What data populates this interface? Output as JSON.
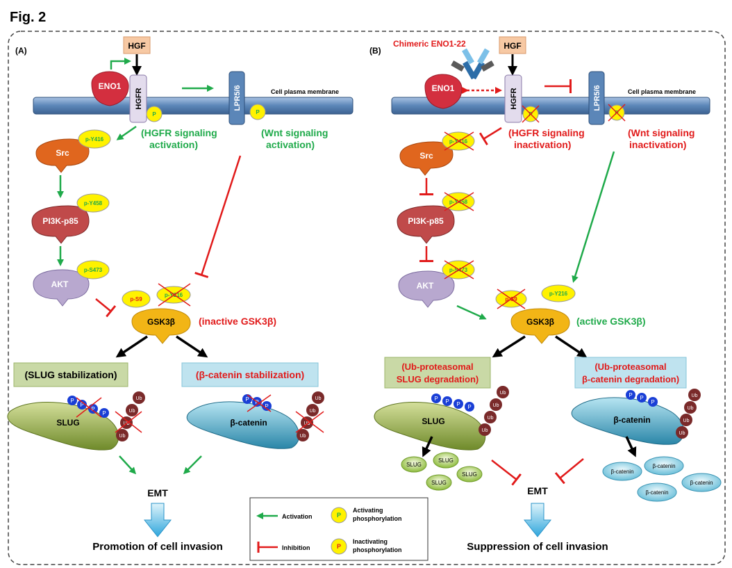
{
  "figure_label": "Fig. 2",
  "colors": {
    "activation": "#1faa4a",
    "inhibition": "#e11a1a",
    "membrane": "#5b86b8",
    "eno1": "#d32f3f",
    "hgf": "#f7c9a4",
    "src": "#e0661e",
    "pi3k": "#c04a4a",
    "akt": "#b8a8cf",
    "gsk": "#f2b516",
    "slug": "#9fb34a",
    "catenin": "#3fa7c9",
    "ub": "#7a2a2a",
    "p_circle": "#fff200",
    "p_blue": "#1a3fd6",
    "slug_box": "#c9d9a6",
    "catenin_box": "#bfe3ef"
  },
  "panel_a": {
    "label": "(A)",
    "hgf": "HGF",
    "eno1": "ENO1",
    "hgfr": "HGFR",
    "lpr": "LPR5/6",
    "membrane": "Cell plasma membrane",
    "p": "P",
    "hgfr_signal_1": "(HGFR signaling",
    "hgfr_signal_2": "activation)",
    "wnt_signal_1": "(Wnt signaling",
    "wnt_signal_2": "activation)",
    "src": "Src",
    "src_p": "p-Y416",
    "pi3k": "PI3K-p85",
    "pi3k_p": "p-Y458",
    "akt": "AKT",
    "akt_p": "p-S473",
    "gsk": "GSK3β",
    "gsk_p1": "p-S9",
    "gsk_p2": "p-Y216",
    "gsk_state": "(inactive GSK3β)",
    "slug_box": "(SLUG stabilization)",
    "catenin_box": "(β-catenin stabilization)",
    "slug": "SLUG",
    "catenin": "β-catenin",
    "ub": "Ub",
    "emt": "EMT",
    "outcome": "Promotion of cell invasion"
  },
  "panel_b": {
    "label": "(B)",
    "chimeric": "Chimeric ENO1-22",
    "hgf": "HGF",
    "eno1": "ENO1",
    "hgfr": "HGFR",
    "lpr": "LPR5/6",
    "membrane": "Cell plasma membrane",
    "p": "P",
    "hgfr_signal_1": "(HGFR signaling",
    "hgfr_signal_2": "inactivation)",
    "wnt_signal_1": "(Wnt signaling",
    "wnt_signal_2": "inactivation)",
    "src": "Src",
    "src_p": "p-Y416",
    "pi3k": "PI3K-p85",
    "pi3k_p": "p-Y458",
    "akt": "AKT",
    "akt_p": "p-S473",
    "gsk": "GSK3β",
    "gsk_p1": "p-S9",
    "gsk_p2": "p-Y216",
    "gsk_state": "(active GSK3β)",
    "slug_box_1": "(Ub-proteasomal",
    "slug_box_2": "SLUG degradation)",
    "catenin_box_1": "(Ub-proteasomal",
    "catenin_box_2": "β-catenin degradation)",
    "slug": "SLUG",
    "catenin": "β-catenin",
    "ub": "Ub",
    "slug_frag": "SLUG",
    "catenin_frag": "β-catenin",
    "emt": "EMT",
    "outcome": "Suppression of cell invasion"
  },
  "legend": {
    "activation": "Activation",
    "inhibition": "Inhibition",
    "p": "P",
    "activating_1": "Activating",
    "activating_2": "phosphorylation",
    "inactivating_1": "Inactivating",
    "inactivating_2": "phosphorylation"
  }
}
